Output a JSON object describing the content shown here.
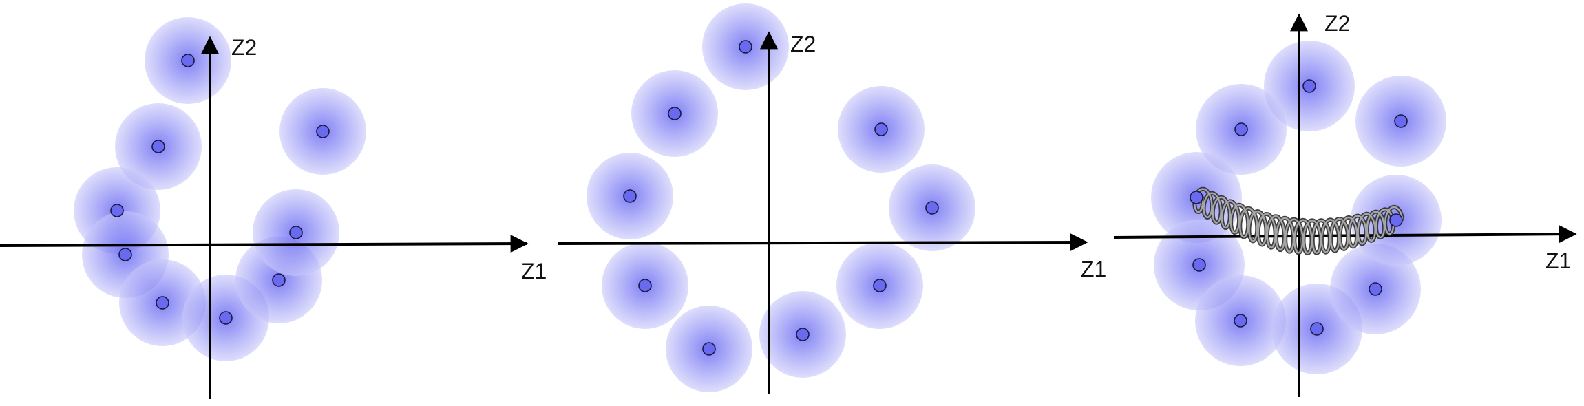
{
  "colors": {
    "blob_center": "#4646f0",
    "blob_edge": "#c8c8fa",
    "dot_fill": "#6a6af0",
    "dot_stroke": "#1a1a40",
    "axis": "#000000",
    "spring": "#555555",
    "background": "#ffffff"
  },
  "panels": [
    {
      "id": "left",
      "x_axis_label": "Z1",
      "y_axis_label": "Z2",
      "has_spring": false,
      "ring_layout": "open-bottom-gap-right"
    },
    {
      "id": "middle",
      "x_axis_label": "Z1",
      "y_axis_label": "Z2",
      "has_spring": false,
      "ring_layout": "even-circle"
    },
    {
      "id": "right",
      "x_axis_label": "Z1",
      "y_axis_label": "Z2",
      "has_spring": true,
      "ring_layout": "packed-circle"
    }
  ]
}
